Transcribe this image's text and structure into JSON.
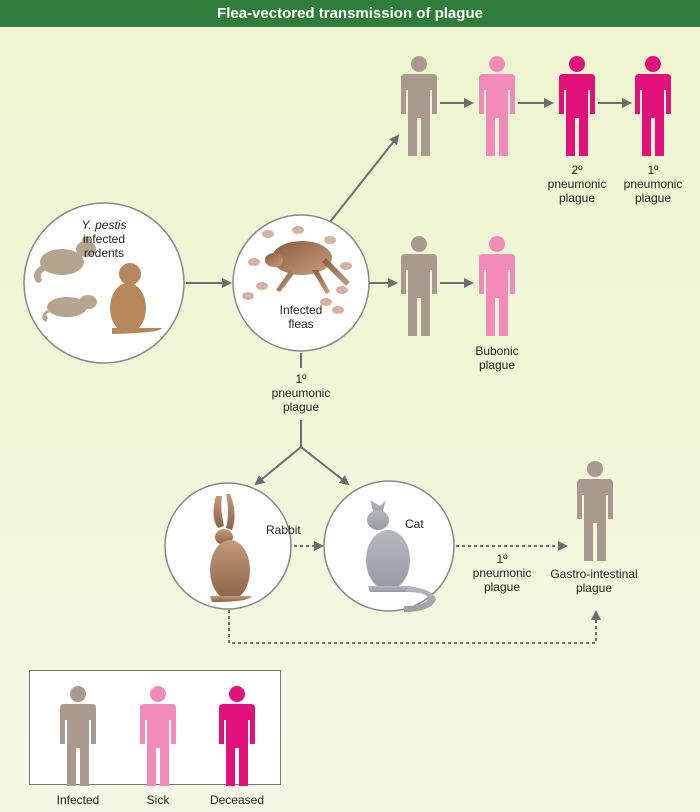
{
  "title": "Flea-vectored transmission of plague",
  "nodes": {
    "rodents": {
      "label_italic": "Y. pestis",
      "label_rest": [
        "infected",
        "rodents"
      ]
    },
    "fleas": {
      "label": [
        "Infected",
        "fleas"
      ]
    },
    "rabbit": {
      "label": "Rabbit"
    },
    "cat": {
      "label": "Cat"
    }
  },
  "labels": {
    "secondary_pneumonic": [
      "2º",
      "pneumonic",
      "plague"
    ],
    "primary_pneumonic_top": [
      "1º",
      "pneumonic",
      "plague"
    ],
    "bubonic": [
      "Bubonic",
      "plague"
    ],
    "primary_pneumonic_mid": [
      "1º",
      "pneumonic",
      "plague"
    ],
    "primary_pneumonic_cat": [
      "1º",
      "pneumonic",
      "plague"
    ],
    "gastro": [
      "Gastro-intestinal",
      "plague"
    ]
  },
  "legend": {
    "items": [
      {
        "label": "Infected",
        "color": "#a89a8e"
      },
      {
        "label": "Sick",
        "color": "#f28bb8"
      },
      {
        "label": "Deceased",
        "color": "#e2117a"
      }
    ]
  },
  "colors": {
    "infected": "#a89a8e",
    "sick": "#f28bb8",
    "deceased": "#e2117a",
    "header": "#2f7d3b",
    "arrow": "#6d6d6d"
  }
}
